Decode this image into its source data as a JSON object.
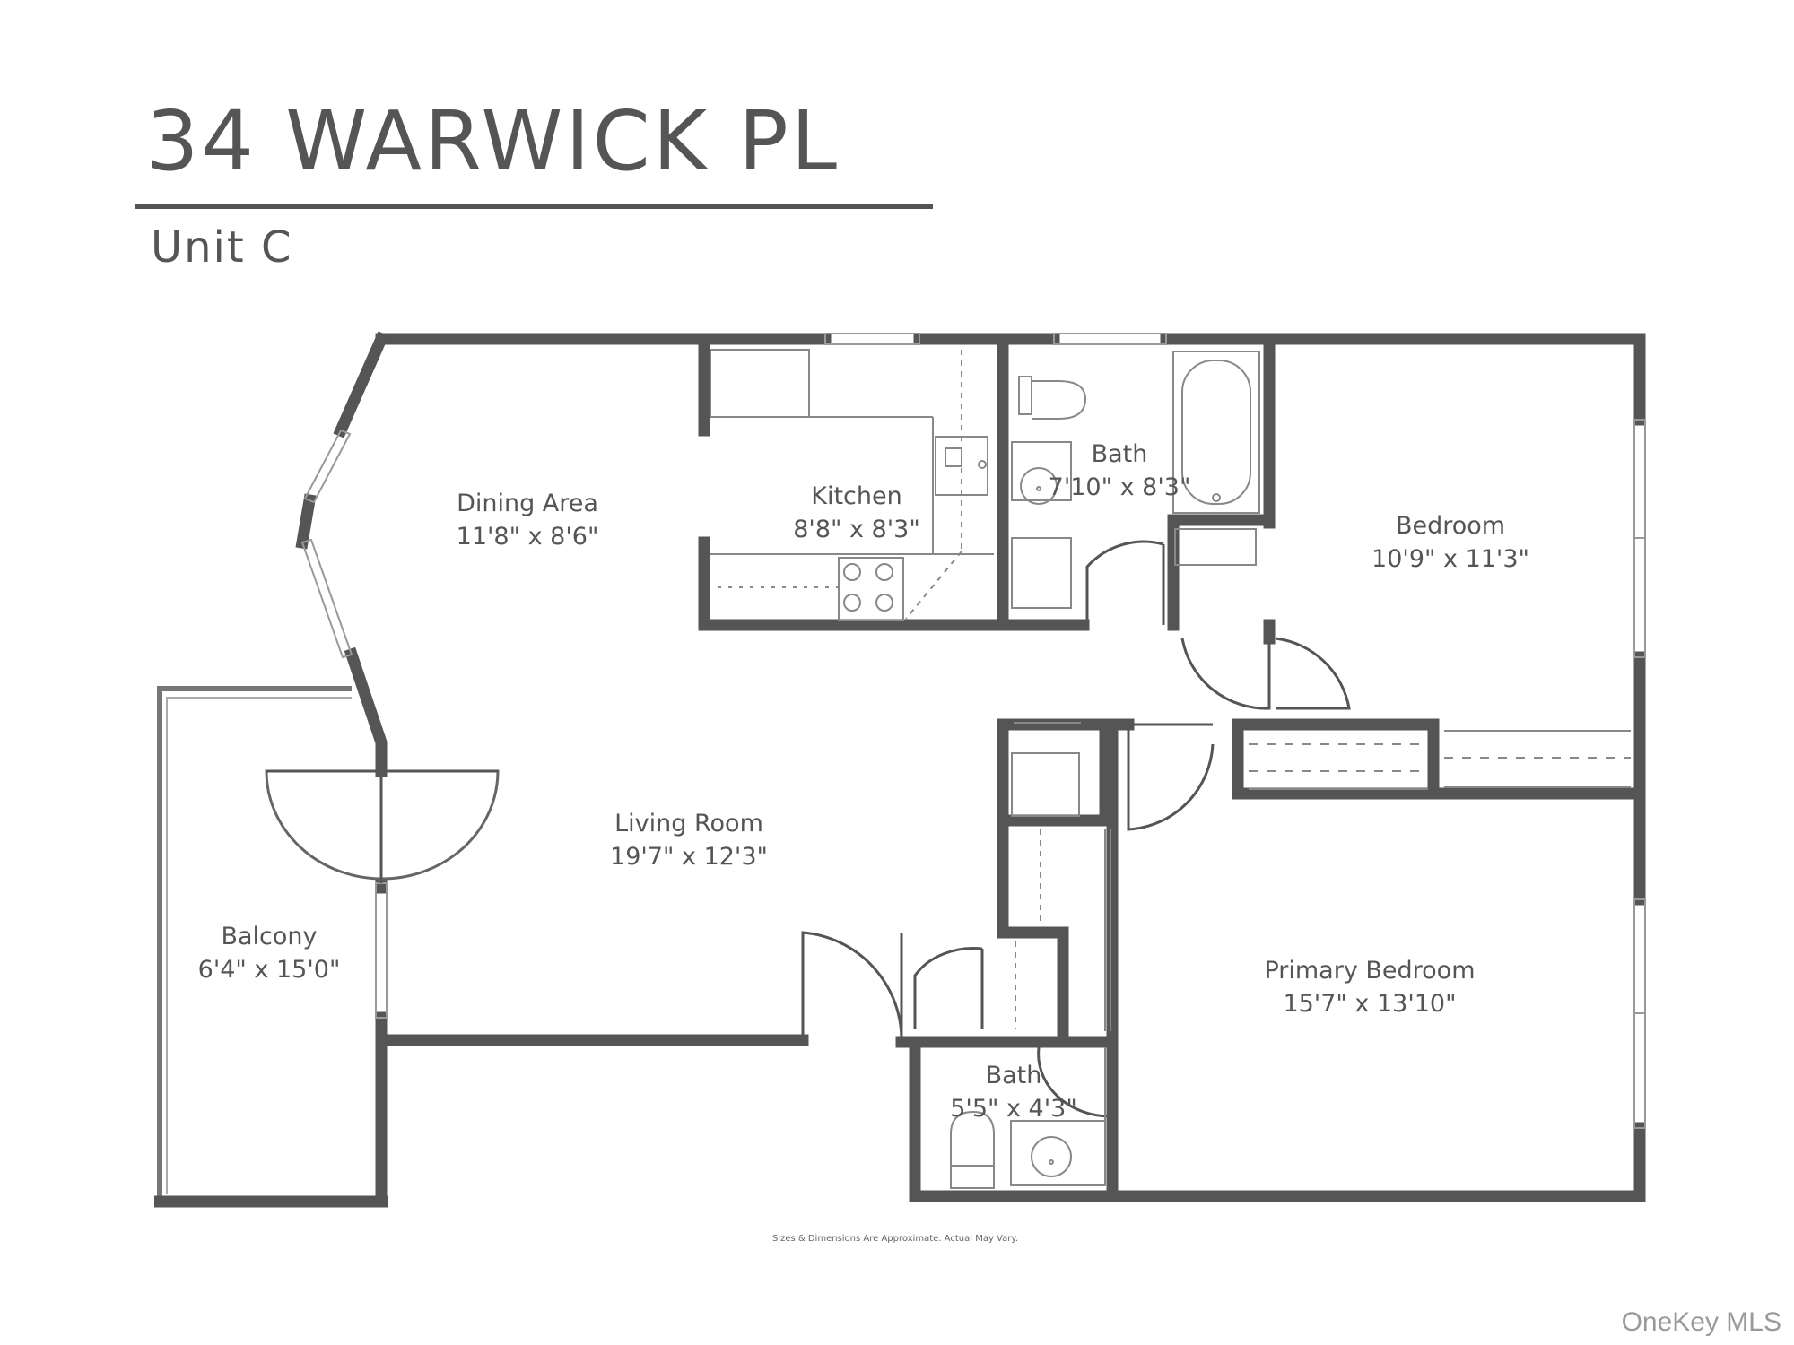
{
  "header": {
    "title": "34 WARWICK PL",
    "subtitle": "Unit C"
  },
  "rooms": [
    {
      "name": "Dining Area",
      "size": "11'8\" x 8'6\""
    },
    {
      "name": "Kitchen",
      "size": "8'8\" x 8'3\""
    },
    {
      "name": "Bath",
      "size": "7'10\" x 8'3\""
    },
    {
      "name": "Bedroom",
      "size": "10'9\" x 11'3\""
    },
    {
      "name": "Living Room",
      "size": "19'7\" x 12'3\""
    },
    {
      "name": "Balcony",
      "size": "6'4\" x 15'0\""
    },
    {
      "name": "Primary Bedroom",
      "size": "15'7\" x 13'10\""
    },
    {
      "name": "Bath",
      "size": "5'5\" x 4'3\""
    }
  ],
  "disclaimer": "Sizes & Dimensions Are Approximate. Actual May Vary.",
  "watermark": "OneKey MLS",
  "colors": {
    "wall": "#555555",
    "fixture": "#888888",
    "background": "#ffffff"
  }
}
